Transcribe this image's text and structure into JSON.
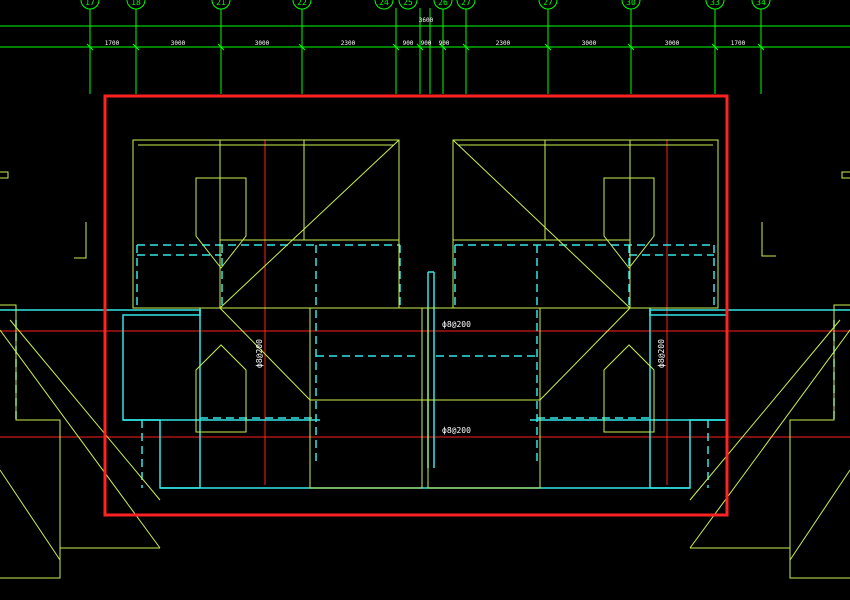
{
  "drawing": {
    "axis_tags": [
      "17",
      "18",
      "21",
      "22",
      "24",
      "25",
      "26",
      "27",
      "27",
      "30",
      "33",
      "34"
    ],
    "dimensions": [
      "1700",
      "3000",
      "3000",
      "2300",
      "900",
      "900",
      "900",
      "2300",
      "3000",
      "3000",
      "1700"
    ],
    "top_dimension": "3600",
    "rebar_notes": {
      "left_vertical": "ф8@200",
      "right_vertical": "ф8@200",
      "center_upper": "ф8@200",
      "center_lower": "ф8@200"
    },
    "colors": {
      "background": "#000000",
      "axis": "#00ff00",
      "wall": "#c8f050",
      "hidden": "#33e6e6",
      "rebar": "#ff2020",
      "selection": "#ff2222",
      "text": "#ffffff"
    }
  }
}
